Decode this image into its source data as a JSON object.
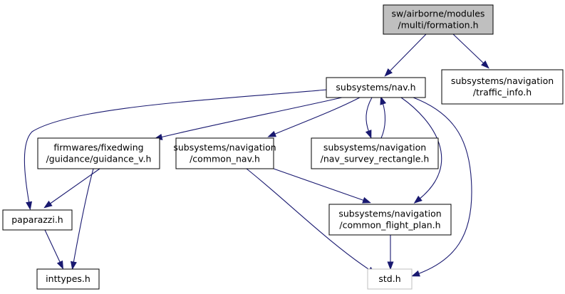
{
  "graph": {
    "title": "",
    "colors": {
      "edge": "#191970",
      "node_border": "#000000",
      "node_fill": "#ffffff",
      "root_fill": "#bfbfbf",
      "external_border": "#bfbfbf"
    },
    "nodes": [
      {
        "id": "formation",
        "lines": [
          "sw/airborne/modules",
          "/multi/formation.h"
        ],
        "style": "root"
      },
      {
        "id": "nav",
        "lines": [
          "subsystems/nav.h"
        ],
        "style": "normal"
      },
      {
        "id": "traffic",
        "lines": [
          "subsystems/navigation",
          "/traffic_info.h"
        ],
        "style": "normal"
      },
      {
        "id": "guidance",
        "lines": [
          "firmwares/fixedwing",
          "/guidance/guidance_v.h"
        ],
        "style": "normal"
      },
      {
        "id": "common_nav",
        "lines": [
          "subsystems/navigation",
          "/common_nav.h"
        ],
        "style": "normal"
      },
      {
        "id": "survey",
        "lines": [
          "subsystems/navigation",
          "/nav_survey_rectangle.h"
        ],
        "style": "normal"
      },
      {
        "id": "paparazzi",
        "lines": [
          "paparazzi.h"
        ],
        "style": "normal"
      },
      {
        "id": "flight_plan",
        "lines": [
          "subsystems/navigation",
          "/common_flight_plan.h"
        ],
        "style": "normal"
      },
      {
        "id": "inttypes",
        "lines": [
          "inttypes.h"
        ],
        "style": "normal"
      },
      {
        "id": "std",
        "lines": [
          "std.h"
        ],
        "style": "external"
      }
    ],
    "edges": [
      {
        "from": "formation",
        "to": "nav"
      },
      {
        "from": "formation",
        "to": "traffic"
      },
      {
        "from": "nav",
        "to": "paparazzi"
      },
      {
        "from": "nav",
        "to": "guidance"
      },
      {
        "from": "nav",
        "to": "common_nav"
      },
      {
        "from": "nav",
        "to": "survey"
      },
      {
        "from": "survey",
        "to": "nav"
      },
      {
        "from": "nav",
        "to": "flight_plan"
      },
      {
        "from": "nav",
        "to": "std"
      },
      {
        "from": "guidance",
        "to": "paparazzi"
      },
      {
        "from": "guidance",
        "to": "inttypes"
      },
      {
        "from": "common_nav",
        "to": "flight_plan"
      },
      {
        "from": "common_nav",
        "to": "std"
      },
      {
        "from": "paparazzi",
        "to": "inttypes"
      },
      {
        "from": "flight_plan",
        "to": "std"
      }
    ]
  }
}
